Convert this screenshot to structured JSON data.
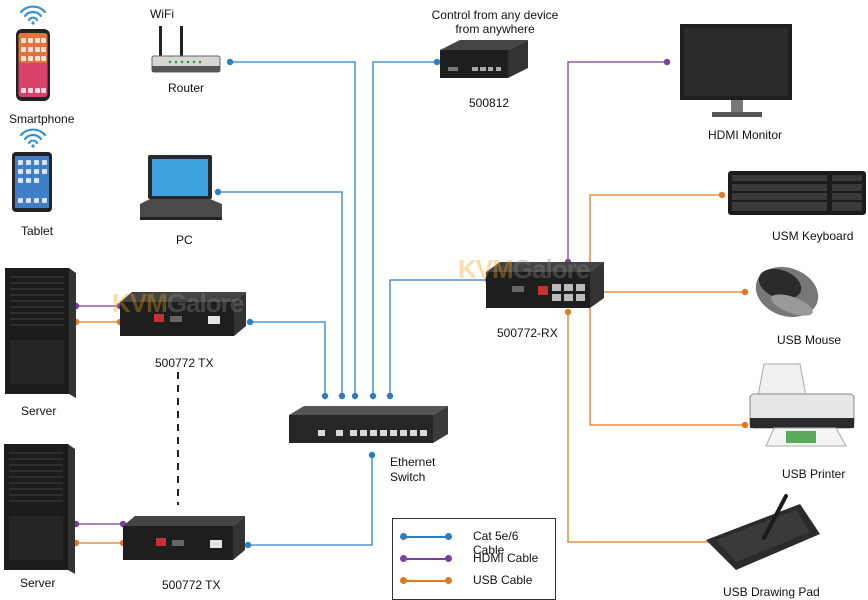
{
  "labels": {
    "wifi_top": "WiFi",
    "router": "Router",
    "control": "Control from any device from anywhere",
    "device_500812": "500812",
    "hdmi_monitor": "HDMI Monitor",
    "smartphone": "Smartphone",
    "tablet": "Tablet",
    "pc": "PC",
    "usm_keyboard": "USM Keyboard",
    "usb_mouse": "USB Mouse",
    "rx": "500772-RX",
    "tx1": "500772 TX",
    "server1": "Server",
    "ethernet_switch": "Ethernet Switch",
    "usb_printer": "USB Printer",
    "tx2": "500772 TX",
    "server2": "Server",
    "usb_drawing_pad": "USB Drawing Pad"
  },
  "legend": [
    {
      "label": "Cat 5e/6 Cable",
      "color": "#2e7fc2"
    },
    {
      "label": "HDMI Cable",
      "color": "#7a3fa0"
    },
    {
      "label": "USB Cable",
      "color": "#e07a22"
    }
  ],
  "watermark": {
    "part1": "KVM",
    "part2": "Galore"
  },
  "colors": {
    "cat": "#2e7fc2",
    "hdmi": "#7a3fa0",
    "usb": "#e07a22",
    "device": "#1e1e1e"
  }
}
